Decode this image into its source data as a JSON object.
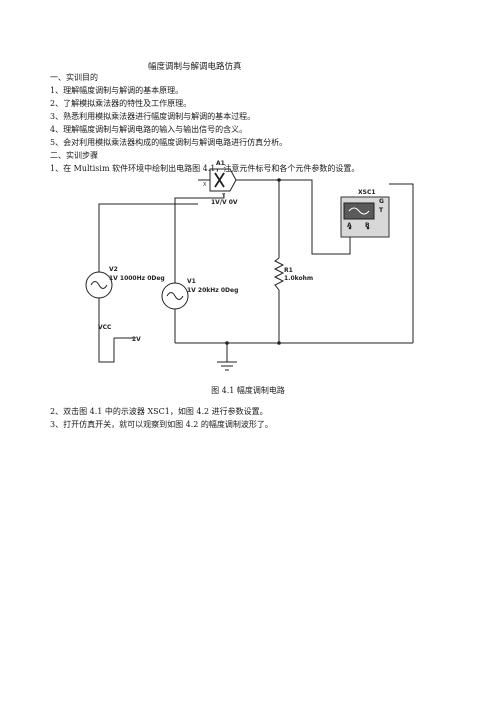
{
  "doc": {
    "title": "幅度调制与解调电路仿真",
    "section1": "一、实训目的",
    "objectives": [
      "1、理解幅度调制与解调的基本原理。",
      "2、了解模拟乘法器的特性及工作原理。",
      "3、熟悉利用模拟乘法器进行幅度调制与解调的基本过程。",
      "4、理解幅度调制与解调电路的输入与输出信号的含义。",
      "5、会对利用模拟乘法器构成的幅度调制与解调电路进行仿真分析。"
    ],
    "section2": "二、实训步骤",
    "step1": "1、在 Multisim 软件环境中绘制出电路图 4.1，注意元件标号和各个元件参数的设置。",
    "caption": "图 4.1  幅度调制电路",
    "step2": "2、双击图 4.1 中的示波器 XSC1，如图 4.2 进行参数设置。",
    "step3": "3、打开仿真开关，就可以观察到如图 4.2 的幅度调制波形了。"
  },
  "circuit": {
    "multiplier": {
      "label": "A1",
      "params": "1V/V 0V",
      "pin_x": "X",
      "pin_y": "Y"
    },
    "scope": {
      "label": "XSC1",
      "ch_a": "A",
      "ch_b": "B",
      "pin_g": "G",
      "pin_t": "T"
    },
    "v2": {
      "label": "V2",
      "params": "1V 1000Hz 0Deg"
    },
    "v1": {
      "label": "V1",
      "params": "1V 20kHz 0Deg"
    },
    "r1": {
      "label": "R1",
      "value": "1.0kohm"
    },
    "vcc": {
      "label": "VCC",
      "value": "2V"
    }
  }
}
